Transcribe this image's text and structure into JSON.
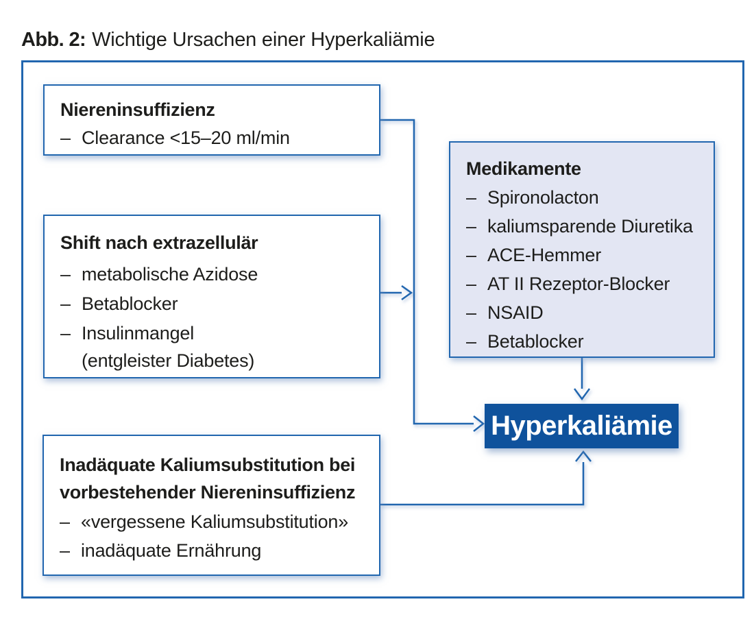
{
  "figure": {
    "caption_label": "Abb. 2:",
    "caption_title": "Wichtige Ursachen einer Hyperkaliämie"
  },
  "ui": {
    "bullet": "–"
  },
  "boxes": {
    "renal": {
      "title": "Niereninsuffizienz",
      "items": [
        {
          "text": "Clearance <15–20 ml/min"
        }
      ]
    },
    "shift": {
      "title": "Shift nach extrazellulär",
      "items": [
        {
          "text": "metabolische Azidose"
        },
        {
          "text": "Betablocker"
        },
        {
          "text": "Insulinmangel"
        },
        {
          "text": "(entgleister Diabetes)",
          "continuation": true
        }
      ]
    },
    "drugs": {
      "title": "Medikamente",
      "items": [
        {
          "text": "Spironolacton"
        },
        {
          "text": "kaliumsparende Diuretika"
        },
        {
          "text": "ACE-Hemmer"
        },
        {
          "text": "AT II Rezeptor-Blocker"
        },
        {
          "text": "NSAID"
        },
        {
          "text": "Betablocker"
        }
      ]
    },
    "substitution": {
      "title_lines": [
        "Inadäquate Kaliumsubstitution bei",
        "vorbestehender Niereninsuffizienz"
      ],
      "items": [
        {
          "text": "«vergessene Kaliumsubstitution»"
        },
        {
          "text": "inadäquate Ernährung"
        }
      ]
    },
    "outcome": {
      "label": "Hyperkaliämie"
    }
  },
  "edges": [
    {
      "from": "renal",
      "to": "outcome"
    },
    {
      "from": "shift",
      "to": "outcome"
    },
    {
      "from": "drugs",
      "to": "outcome"
    },
    {
      "from": "substitution",
      "to": "outcome"
    }
  ],
  "colors": {
    "line_blue": "#2166af",
    "outcome_fill": "#0f529c",
    "drugs_fill": "#e3e6f3",
    "text": "#1d1d1b"
  }
}
